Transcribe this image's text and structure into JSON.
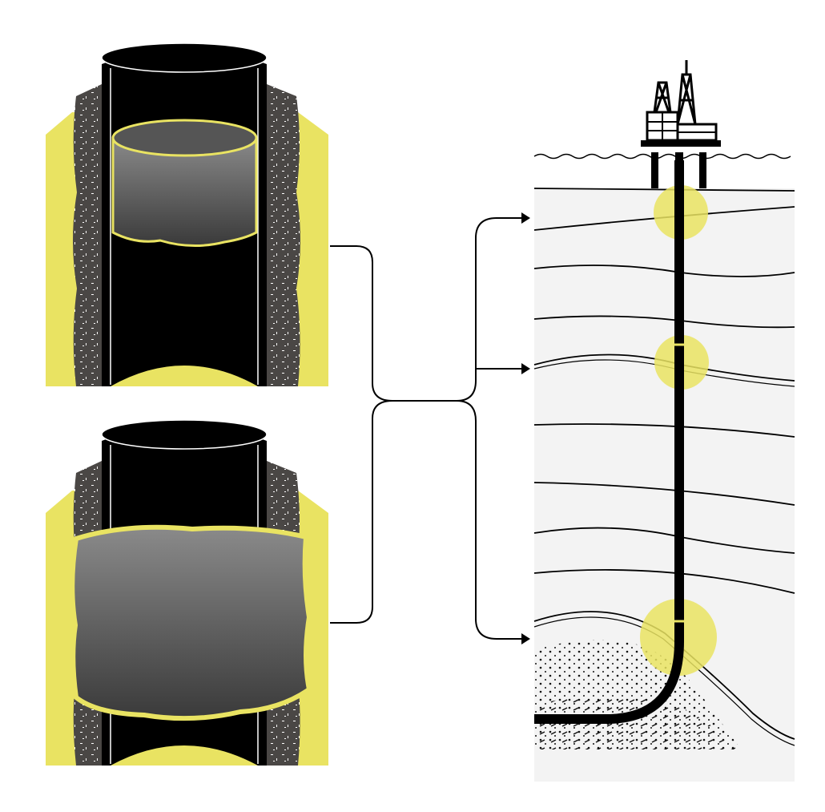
{
  "colors": {
    "background": "#ffffff",
    "highlight_yellow": "#e9e362",
    "cement_gray": "#4a4745",
    "casing_black": "#000000",
    "formation_gray": "#f3f3f3",
    "patch_gray": "#6c6c6c"
  },
  "icons": [
    "well-cross-section-small-patch",
    "well-cross-section-large-patch",
    "offshore-platform",
    "wellbore"
  ]
}
